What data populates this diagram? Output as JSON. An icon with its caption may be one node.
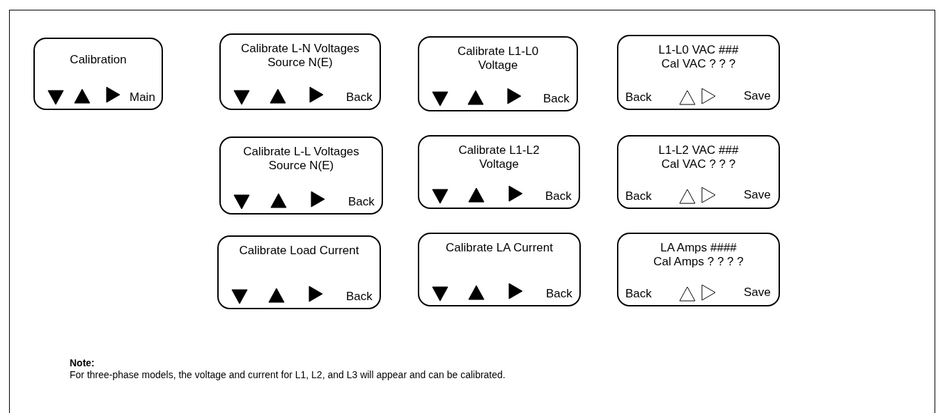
{
  "diagram": {
    "nodes": [
      {
        "text": [
          "Calibration",
          "Main"
        ]
      },
      {
        "text": [
          "Calibrate L-N Voltages Source N(E)",
          "Back"
        ]
      },
      {
        "text": [
          "Calibrate L1-L0 Voltage",
          "Back"
        ]
      },
      {
        "text": [
          "L1-L0 VAC ###",
          "Cal VAC ? ? ?",
          "Back",
          "Save"
        ]
      },
      {
        "text": [
          "Calibrate L-L Voltages Source N(E)",
          "Back"
        ]
      },
      {
        "text": [
          "Calibrate L1-L2 Voltage",
          "Back"
        ]
      },
      {
        "text": [
          "L1-L2 VAC ###",
          "Cal VAC ? ? ?",
          "Back",
          "Save"
        ]
      },
      {
        "text": [
          "Calibrate Load Current",
          "Back"
        ]
      },
      {
        "text": [
          "Calibrate LA Current",
          "Back"
        ]
      },
      {
        "text": [
          "LA Amps ####",
          "Cal Amps ? ? ? ?",
          "Back",
          "Save"
        ]
      }
    ],
    "edges": [],
    "labels": [
      "Note:",
      "For three-phase models, the voltage and current for L1, L2, and L3 will appear and can be calibrated."
    ]
  }
}
